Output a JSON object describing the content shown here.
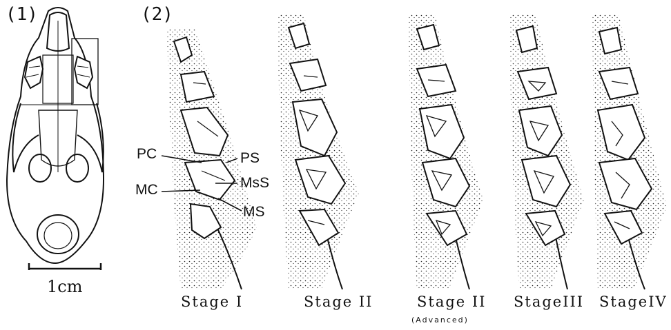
{
  "panels": {
    "skull": "(1)",
    "molars": "(2)"
  },
  "scale_bar": {
    "label": "1cm"
  },
  "tooth_parts": {
    "pc": "PC",
    "ps": "PS",
    "mc": "MC",
    "mss": "MsS",
    "ms": "MS"
  },
  "stages": [
    {
      "label": "Stage I"
    },
    {
      "label": "Stage II"
    },
    {
      "label": "Stage II",
      "sub": "(Advanced)"
    },
    {
      "label": "StageIII"
    },
    {
      "label": "StageIV"
    }
  ]
}
